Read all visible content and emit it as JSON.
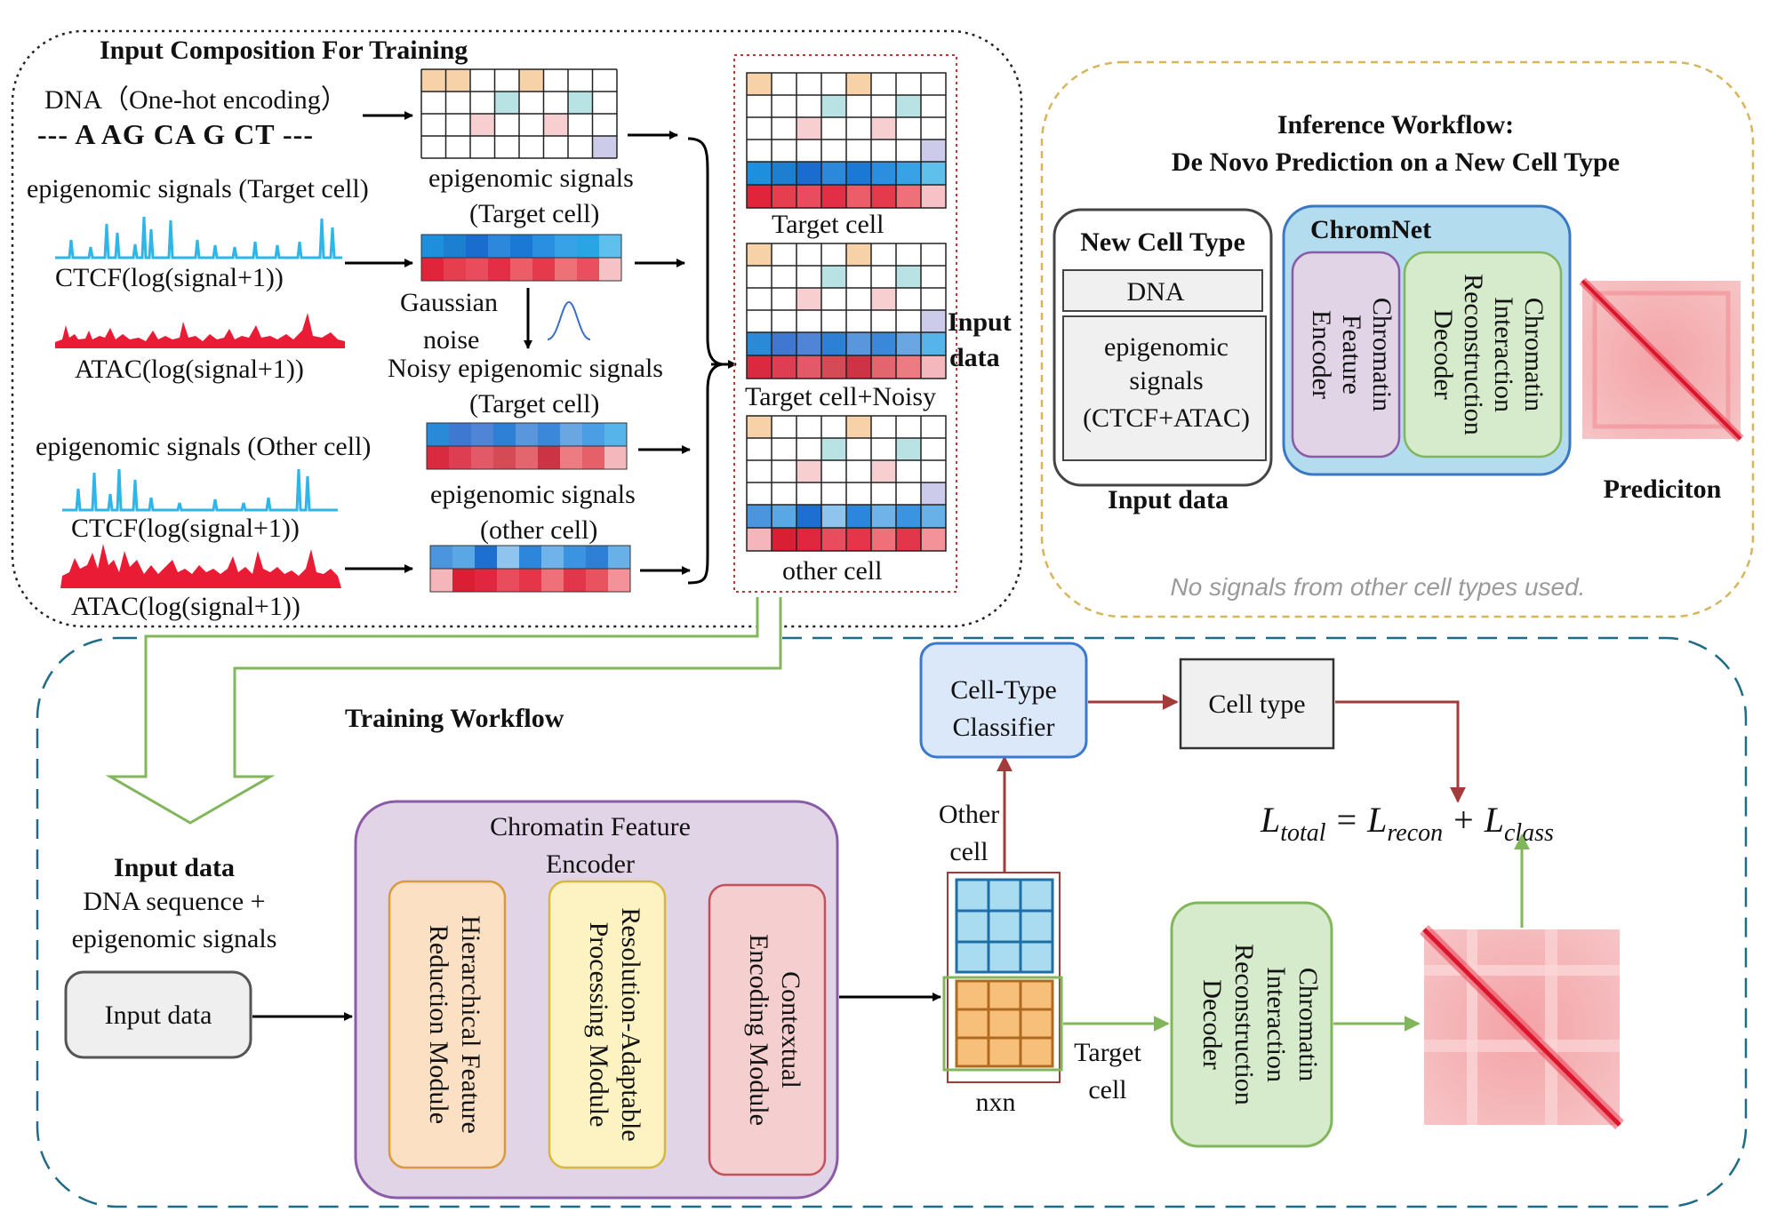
{
  "input_composition": {
    "title": "Input Composition For Training",
    "dna_label": "DNA（One-hot encoding）",
    "dna_sequence": "--- A AG CA G CT ---",
    "epi_target_label": "epigenomic signals (Target cell)",
    "ctcf_label": "CTCF(log(signal+1))",
    "atac_label": "ATAC(log(signal+1))",
    "gaussian_label_1": "Gaussian",
    "gaussian_label_2": "noise",
    "epi_other_label": "epigenomic signals (Other cell)",
    "ctcf_label_2": "CTCF(log(signal+1))",
    "atac_label_2": "ATAC(log(signal+1))",
    "epi_target_mid_1": "epigenomic signals",
    "epi_target_mid_2": "(Target cell)",
    "noisy_label_1": "Noisy epigenomic signals",
    "noisy_label_2": "(Target cell)",
    "epi_other_mid_1": "epigenomic signals",
    "epi_other_mid_2": "(other cell)",
    "stack_target": "Target cell",
    "stack_noisy": "Target cell+Noisy",
    "stack_other": "other cell",
    "input_data_1": "Input",
    "input_data_2": "data"
  },
  "inference": {
    "title_1": "Inference Workflow:",
    "title_2": "De Novo Prediction on a New Cell Type",
    "new_cell_type": "New Cell Type",
    "dna": "DNA",
    "epi_1": "epigenomic",
    "epi_2": "signals",
    "epi_3": "(CTCF+ATAC)",
    "input_data": "Input data",
    "chromnet": "ChromNet",
    "encoder_1": "Chromatin",
    "encoder_2": "Feature",
    "encoder_3": "Encoder",
    "decoder_1": "Chromatin",
    "decoder_2": "Interaction",
    "decoder_3": "Reconstruction",
    "decoder_4": "Decoder",
    "prediction": "Prediciton",
    "note": "No signals from other cell types used."
  },
  "training": {
    "title": "Training Workflow",
    "input_title": "Input data",
    "input_sub_1": "DNA sequence +",
    "input_sub_2": "epigenomic signals",
    "input_box": "Input data",
    "encoder_title_1": "Chromatin Feature",
    "encoder_title_2": "Encoder",
    "module1_1": "Hierarchical Feature",
    "module1_2": "Reduction Module",
    "module2_1": "Resolution-Adaptable",
    "module2_2": "Processing Module",
    "module3_1": "Contextual",
    "module3_2": "Encoding Module",
    "other_cell_1": "Other",
    "other_cell_2": "cell",
    "target_cell_1": "Target",
    "target_cell_2": "cell",
    "nxn": "nxn",
    "classifier_1": "Cell-Type",
    "classifier_2": "Classifier",
    "cell_type": "Cell type",
    "decoder_1": "Chromatin",
    "decoder_2": "Interaction",
    "decoder_3": "Reconstruction",
    "decoder_4": "Decoder",
    "loss_L": "L",
    "loss_total": "total",
    "loss_eq": "=",
    "loss_recon": "recon",
    "loss_plus": "+",
    "loss_class": "class"
  },
  "colors": {
    "dna_orange": "#f7d2a9",
    "dna_teal": "#b8e2e4",
    "dna_pink": "#f7cfd1",
    "dna_lavender": "#ccccea",
    "ctcf_blue": "#2fb6e8",
    "atac_red": "#ea1c35",
    "green_arrow": "#82b65c",
    "red_arrow": "#a33b3a",
    "chromnet_fill": "#b4dcef",
    "classifier_fill": "#dbe8fa",
    "encoder_fill": "#e2d4e7"
  }
}
